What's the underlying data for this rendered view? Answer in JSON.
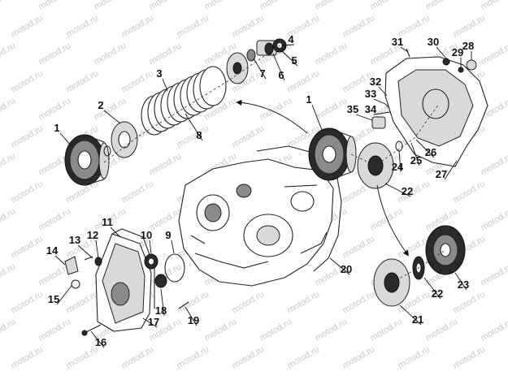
{
  "watermark": "motod.ru",
  "callouts": [
    "1",
    "2",
    "3",
    "4",
    "5",
    "6",
    "7",
    "8",
    "1",
    "9",
    "10",
    "11",
    "12",
    "13",
    "14",
    "15",
    "16",
    "17",
    "18",
    "19",
    "20",
    "21",
    "22",
    "22",
    "23",
    "24",
    "25",
    "26",
    "27",
    "28",
    "29",
    "30",
    "31",
    "32",
    "33",
    "34",
    "35"
  ]
}
